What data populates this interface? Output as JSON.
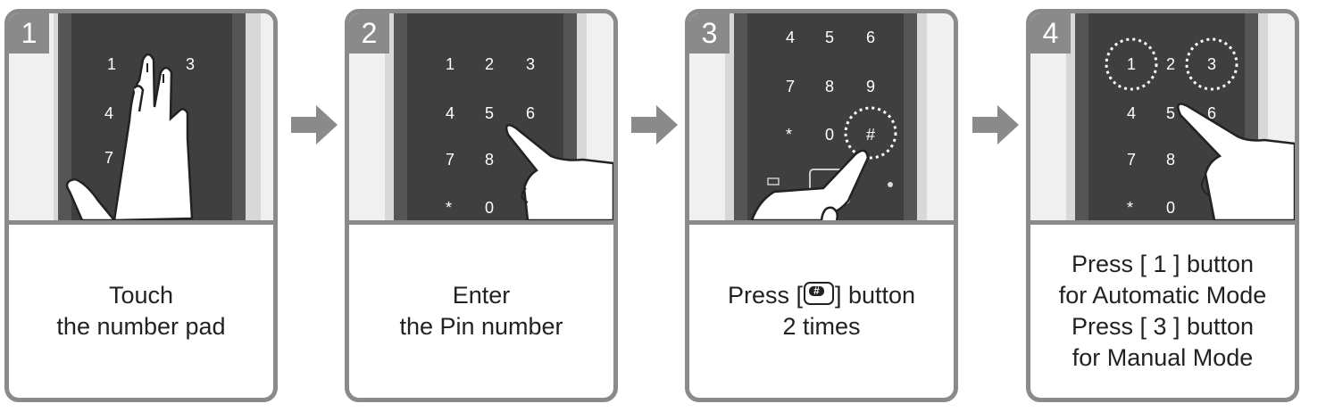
{
  "steps": [
    {
      "number": "1",
      "caption_lines": [
        "Touch",
        "the number pad"
      ],
      "keys": [
        "1",
        "3",
        "4",
        "7"
      ]
    },
    {
      "number": "2",
      "caption_lines": [
        "Enter",
        "the Pin number"
      ],
      "keys": [
        "1",
        "2",
        "3",
        "4",
        "5",
        "6",
        "7",
        "8",
        "*",
        "0"
      ]
    },
    {
      "number": "3",
      "caption_line1_before": "Press [",
      "caption_line1_after": "] button",
      "caption_line2": "2 times",
      "hash_symbol": "#",
      "keys": [
        "4",
        "5",
        "6",
        "7",
        "8",
        "9",
        "*",
        "0",
        "#"
      ]
    },
    {
      "number": "4",
      "caption_lines": [
        "Press [ 1 ] button",
        "for Automatic Mode",
        "Press [ 3 ] button",
        "for Manual Mode"
      ],
      "keys": [
        "1",
        "2",
        "3",
        "4",
        "5",
        "6",
        "7",
        "8",
        "*",
        "0"
      ]
    }
  ],
  "colors": {
    "frame": "#8a8a8a",
    "panel": "#3f3f3f",
    "panel_dark": "#2c2c2c",
    "arrow": "#8a8a8a",
    "text": "#222222"
  }
}
